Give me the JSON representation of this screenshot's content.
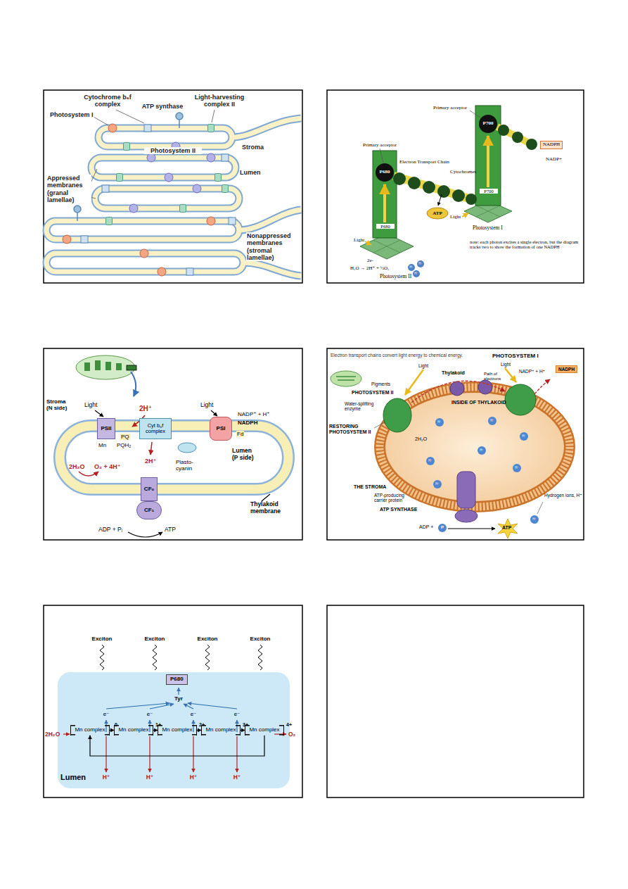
{
  "diagram": {
    "nodes": [
      {
        "text": [
          "NADPH"
        ]
      },
      {
        "text": [
          "PSII"
        ]
      },
      {
        "text": [
          "Cyt b₆f complex"
        ]
      },
      {
        "text": [
          "PSI"
        ]
      },
      {
        "text": [
          "CF₀"
        ]
      },
      {
        "text": [
          "CF₁"
        ]
      },
      {
        "text": [
          "NADPH"
        ]
      },
      {
        "text": [
          "P680"
        ]
      },
      {
        "text": [
          "Mn complex",
          "0"
        ]
      },
      {
        "text": [
          "Mn complex",
          "1+"
        ]
      },
      {
        "text": [
          "Mn complex",
          "2+"
        ]
      },
      {
        "text": [
          "Mn complex",
          "3+"
        ]
      },
      {
        "text": [
          "Mn complex",
          "4+"
        ]
      }
    ],
    "edges": [
      {
        "from": 8,
        "to": 9,
        "arrow": "to"
      },
      {
        "from": 9,
        "to": 10,
        "arrow": "to"
      },
      {
        "from": 10,
        "to": 11,
        "arrow": "to"
      },
      {
        "from": 11,
        "to": 12,
        "arrow": "to"
      },
      {
        "from": 12,
        "to": 8,
        "arrow": "to"
      }
    ],
    "labels": [
      "Cytochrome b₆f complex",
      "ATP synthase",
      "Light-harvesting complex II",
      "Photosystem I",
      "Photosystem II",
      "Stroma",
      "Lumen",
      "Appressed membranes (granal lamellae)",
      "Nonappressed membranes (stromal lamellae)",
      "Primary acceptor",
      "Primary acceptor",
      "P700",
      "P680",
      "NADP+",
      "Electron Transport Chain",
      "Cytochromes",
      "ATP",
      "Light",
      "Light",
      "P680",
      "P700",
      "2e-",
      "H₂O → 2H⁺ + ½O₂",
      "Photosystem II",
      "Photosystem I",
      "note: each photon excites a single electron, but the diagram tracks two to show the formation of one NADPH",
      "H⁺",
      "H⁺",
      "H⁺",
      "Light",
      "Light",
      "Stroma (N side)",
      "2H⁺",
      "NADP⁺ + H⁺",
      "NADPH",
      "PQ",
      "PQH₂",
      "Mn",
      "Fd",
      "2H₂O",
      "O₂ + 4H⁺",
      "2H⁺",
      "Plasto- cyanin",
      "Lumen (P side)",
      "Thylakoid membrane",
      "ADP + Pᵢ",
      "ATP",
      "Electron transport chains convert light energy to chemical energy.",
      "PHOTOSYSTEM I",
      "Light",
      "Light",
      "Thylakoid",
      "Path of electrons",
      "NADP⁺ + H⁺",
      "Pigments",
      "PHOTOSYSTEM II",
      "Water-splitting enzyme",
      "INSIDE OF THYLAKOID",
      "RESTORING PHOTOSYSTEM II",
      "THE STROMA",
      "ATP-producing carrier protein",
      "ATP SYNTHASE",
      "Hydrogen ions, H⁺",
      "ADP +",
      "P",
      "ATP",
      "2H₂O",
      "H⁺",
      "H⁺",
      "H⁺",
      "H⁺",
      "H⁺",
      "H⁺",
      "H⁺",
      "H⁺",
      "Exciton",
      "Exciton",
      "Exciton",
      "Exciton",
      "Tyr",
      "e⁻",
      "e⁻",
      "e⁻",
      "e⁻",
      "2H₂O",
      "O₂",
      "H⁺",
      "H⁺",
      "H⁺",
      "H⁺",
      "Lumen"
    ]
  }
}
